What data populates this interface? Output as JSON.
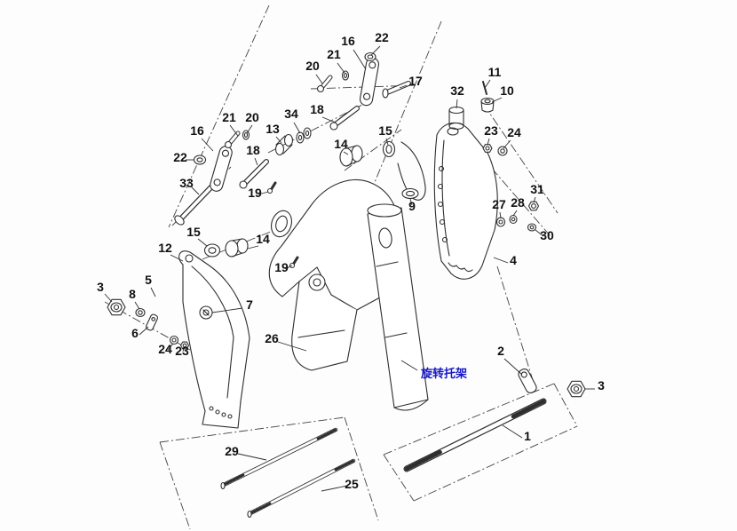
{
  "annotation": {
    "text": "旋转托架",
    "color": "#1616c8"
  },
  "colors": {
    "line": "#2e2e2e",
    "label": "#101010"
  },
  "callouts": [
    {
      "text": "16"
    },
    {
      "text": "22"
    },
    {
      "text": "21"
    },
    {
      "text": "20"
    },
    {
      "text": "17"
    },
    {
      "text": "11"
    },
    {
      "text": "32"
    },
    {
      "text": "10"
    },
    {
      "text": "34"
    },
    {
      "text": "18"
    },
    {
      "text": "13"
    },
    {
      "text": "21"
    },
    {
      "text": "20"
    },
    {
      "text": "16"
    },
    {
      "text": "23"
    },
    {
      "text": "24"
    },
    {
      "text": "22"
    },
    {
      "text": "18"
    },
    {
      "text": "15"
    },
    {
      "text": "14"
    },
    {
      "text": "33"
    },
    {
      "text": "19"
    },
    {
      "text": "9"
    },
    {
      "text": "31"
    },
    {
      "text": "27"
    },
    {
      "text": "28"
    },
    {
      "text": "30"
    },
    {
      "text": "12"
    },
    {
      "text": "15"
    },
    {
      "text": "14"
    },
    {
      "text": "4"
    },
    {
      "text": "19"
    },
    {
      "text": "3"
    },
    {
      "text": "8"
    },
    {
      "text": "5"
    },
    {
      "text": "6"
    },
    {
      "text": "7"
    },
    {
      "text": "24"
    },
    {
      "text": "23"
    },
    {
      "text": "26"
    },
    {
      "text": "2"
    },
    {
      "text": "3"
    },
    {
      "text": "1"
    },
    {
      "text": "29"
    },
    {
      "text": "25"
    }
  ]
}
